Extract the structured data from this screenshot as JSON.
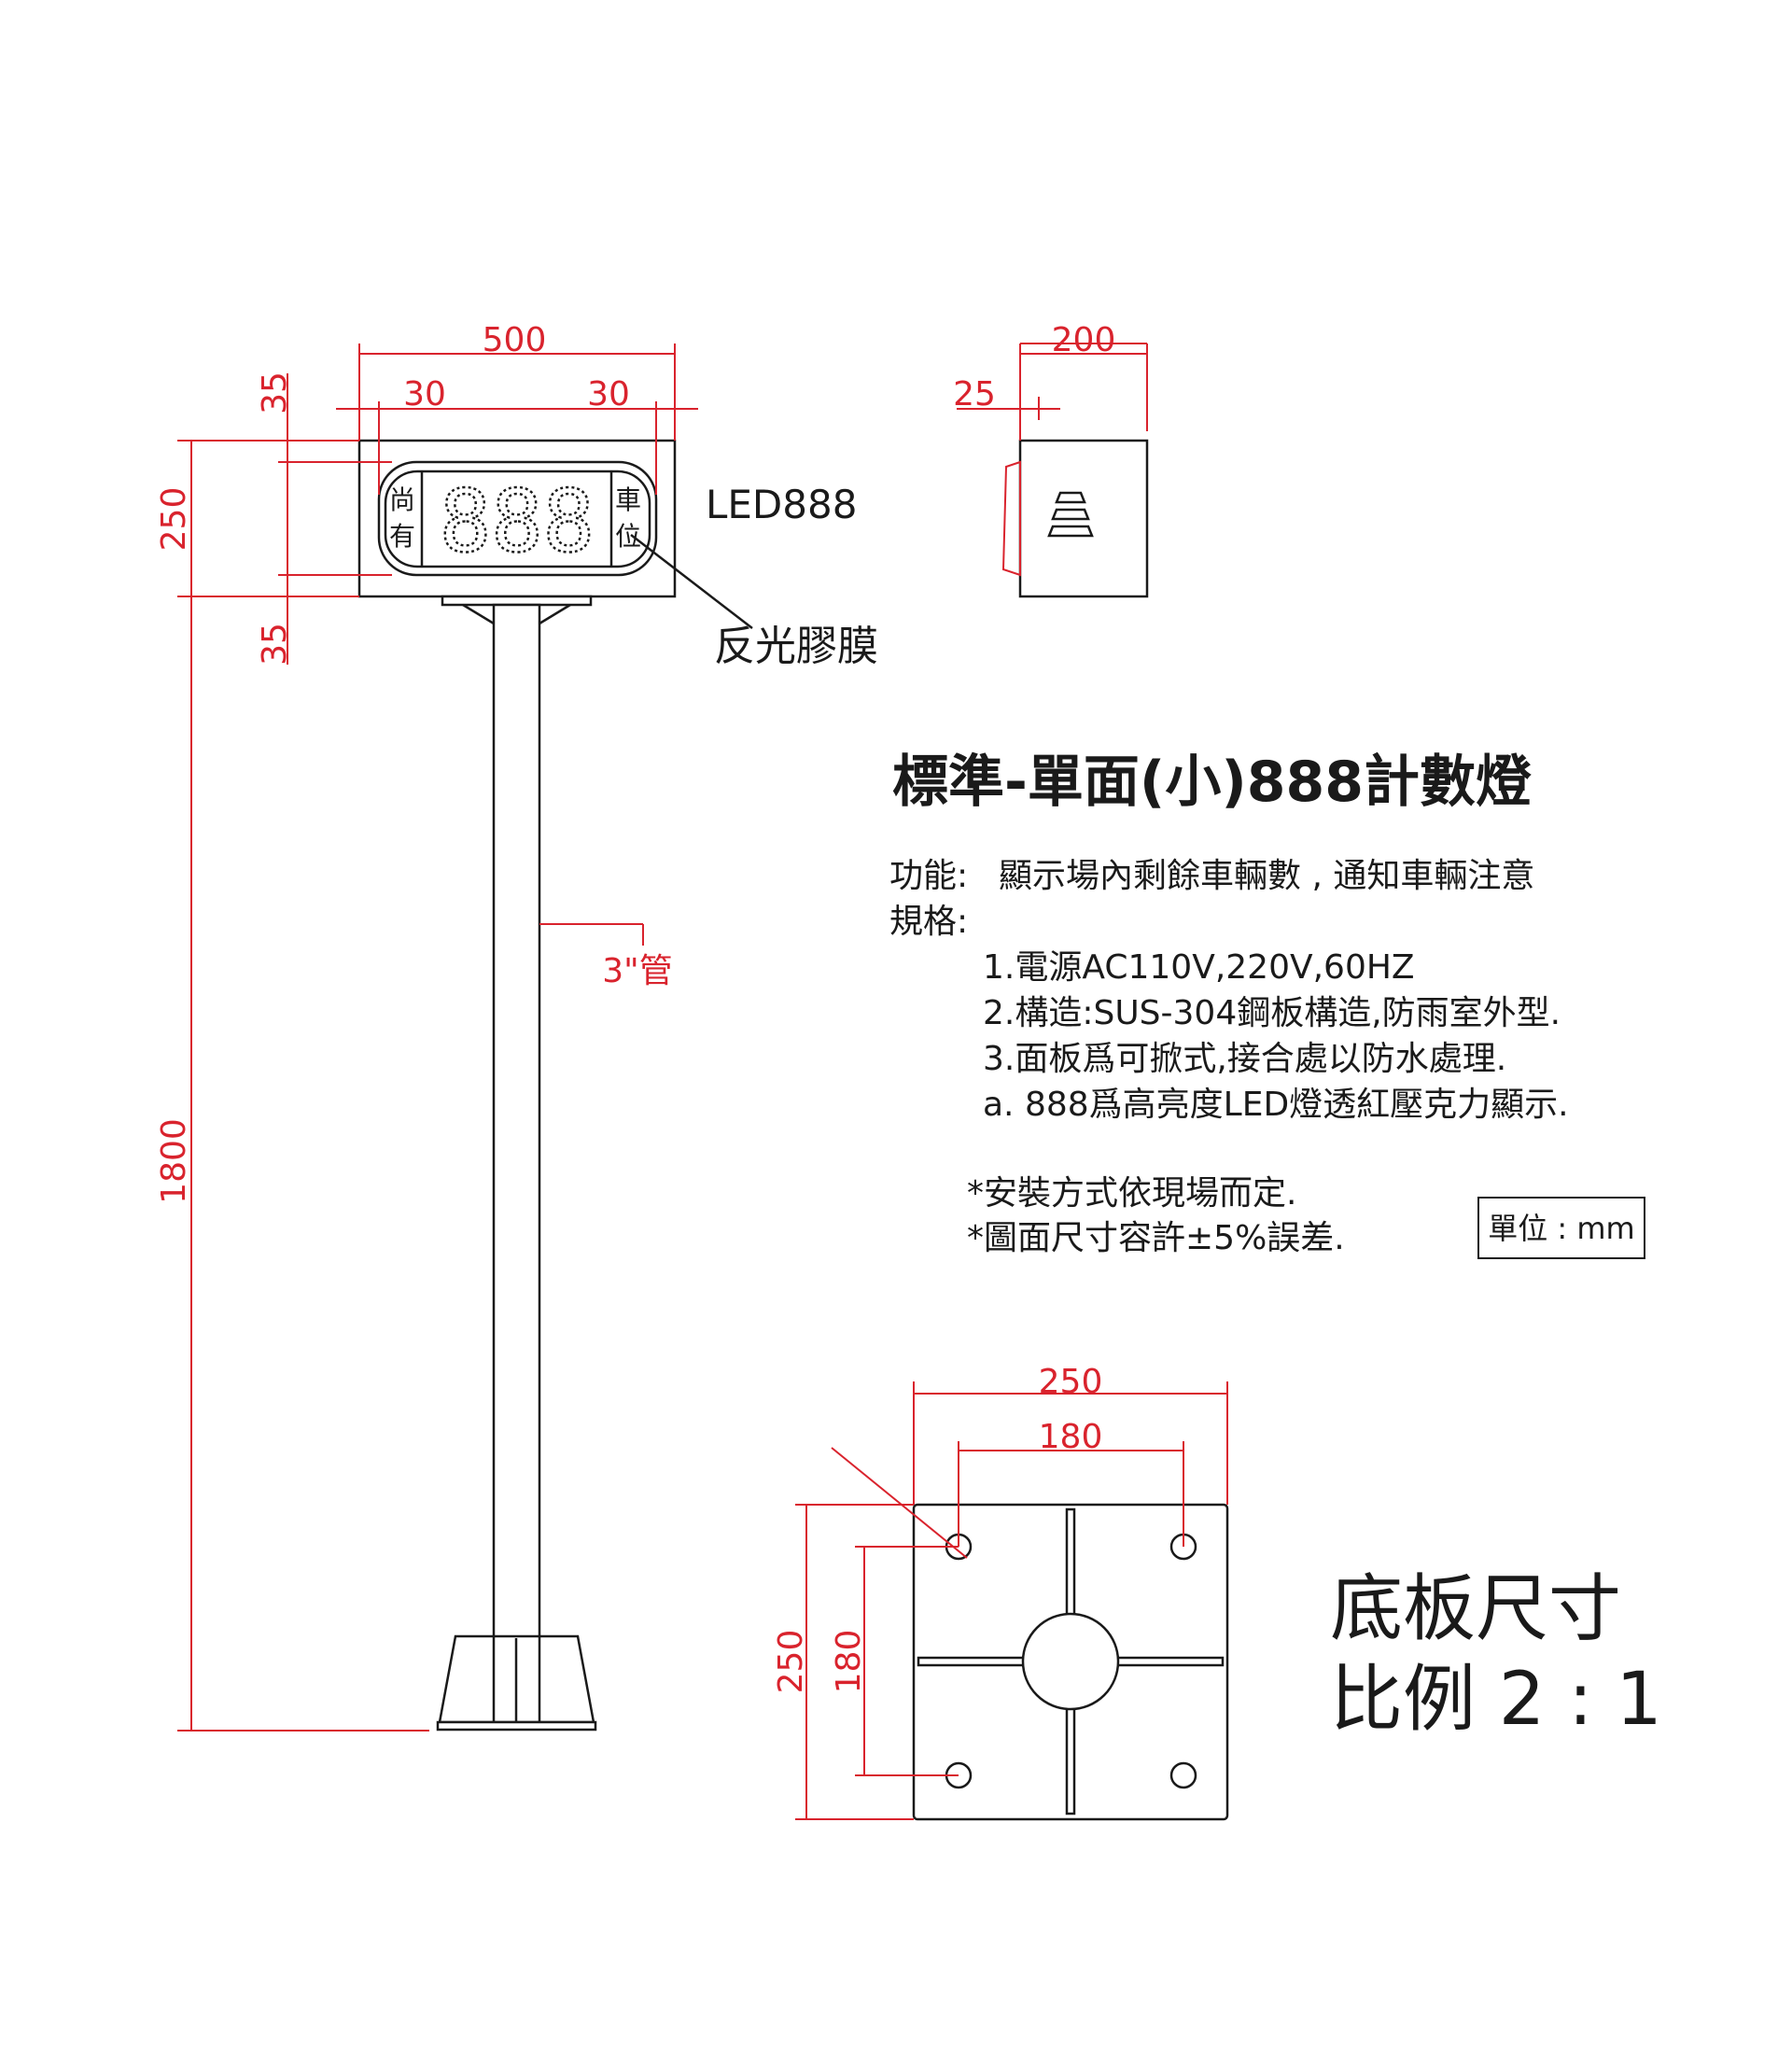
{
  "title": "標準-單面(小)888計數燈",
  "sign": {
    "left_text_1": "尚",
    "left_text_2": "有",
    "right_text_1": "車",
    "right_text_2": "位",
    "digits": "888"
  },
  "labels": {
    "led": "LED888",
    "film": "反光膠膜",
    "pipe": "3\"管"
  },
  "dimensions": {
    "front_width": "500",
    "front_margin_left": "30",
    "front_margin_right": "30",
    "height": "250",
    "top_gap": "35",
    "bottom_gap": "35",
    "pole_height": "1800",
    "side_depth": "200",
    "side_front": "25",
    "base_width": "250",
    "base_hole_spacing_x": "180",
    "base_height": "250",
    "base_hole_spacing_y": "180"
  },
  "description": {
    "function_label": "功能:",
    "function_text": "顯示場內剩餘車輛數 , 通知車輛注意",
    "spec_label": "規格:",
    "specs": [
      "1.電源AC110V,220V,60HZ",
      "2.構造:SUS-304鋼板構造,防雨室外型.",
      "3.面板爲可掀式,接合處以防水處理.",
      "a. 888爲高亮度LED燈透紅壓克力顯示."
    ],
    "notes": [
      "*安裝方式依現場而定.",
      "*圖面尺寸容許±5%誤差."
    ],
    "unit": "單位 : mm"
  },
  "base_plate": {
    "title": "底板尺寸",
    "scale": "比例 2 : 1"
  },
  "colors": {
    "dimension": "#d9232d",
    "line": "#1a1a1a"
  }
}
